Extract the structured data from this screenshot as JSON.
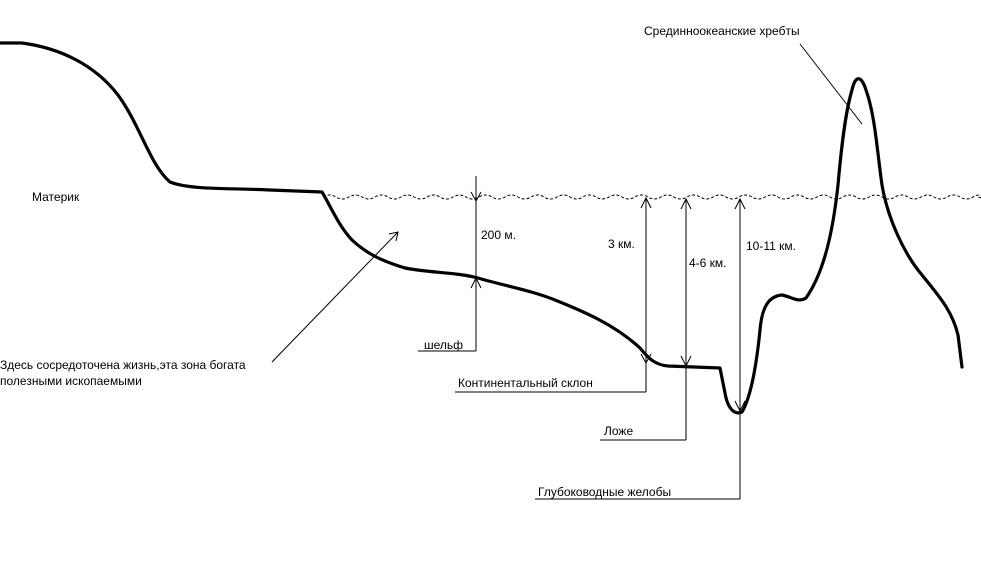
{
  "labels": {
    "continent": "Материк",
    "life_zone_line1": "Здесь сосредоточена жизнь,эта зона богата",
    "life_zone_line2": "полезными ископаемыми",
    "ridges": "Срединноокеанские хребты",
    "depth_200": "200 м.",
    "depth_3": "3 км.",
    "depth_4_6": "4-6 км.",
    "depth_10_11": "10-11 км.",
    "shelf": "шельф",
    "slope": "Континентальный  склон",
    "bed": "Ложе",
    "trenches": "Глубоководные желобы"
  }
}
